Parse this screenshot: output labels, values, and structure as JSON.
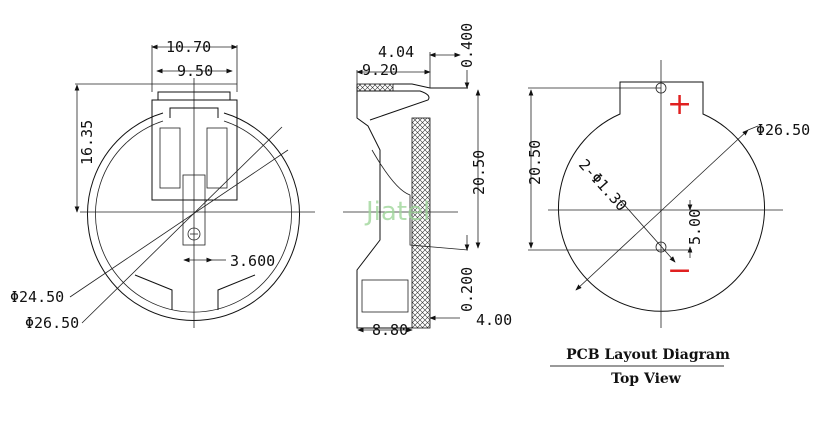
{
  "front_view": {
    "dims": {
      "width_outer": "10.70",
      "width_inner": "9.50",
      "height": "16.35",
      "offset": "3.600",
      "dia_inner": "Φ24.50",
      "dia_outer": "Φ26.50"
    }
  },
  "side_view": {
    "dims": {
      "top_offset": "4.04",
      "top_width": "9.20",
      "top_gap": "0.400",
      "height": "20.50",
      "bottom_gap": "0.200",
      "bottom_offset": "4.00",
      "bottom_width": "8.80"
    },
    "watermark": "Jiatel"
  },
  "pcb_view": {
    "dims": {
      "height": "20.50",
      "diameter": "Φ26.50",
      "holes": "2-Φ1.30",
      "hole_offset": "5.00"
    },
    "plus_sign": "+",
    "minus_sign": "−",
    "title": "PCB Layout Diagram",
    "subtitle": "Top View",
    "polarity_color": "#e02020"
  }
}
